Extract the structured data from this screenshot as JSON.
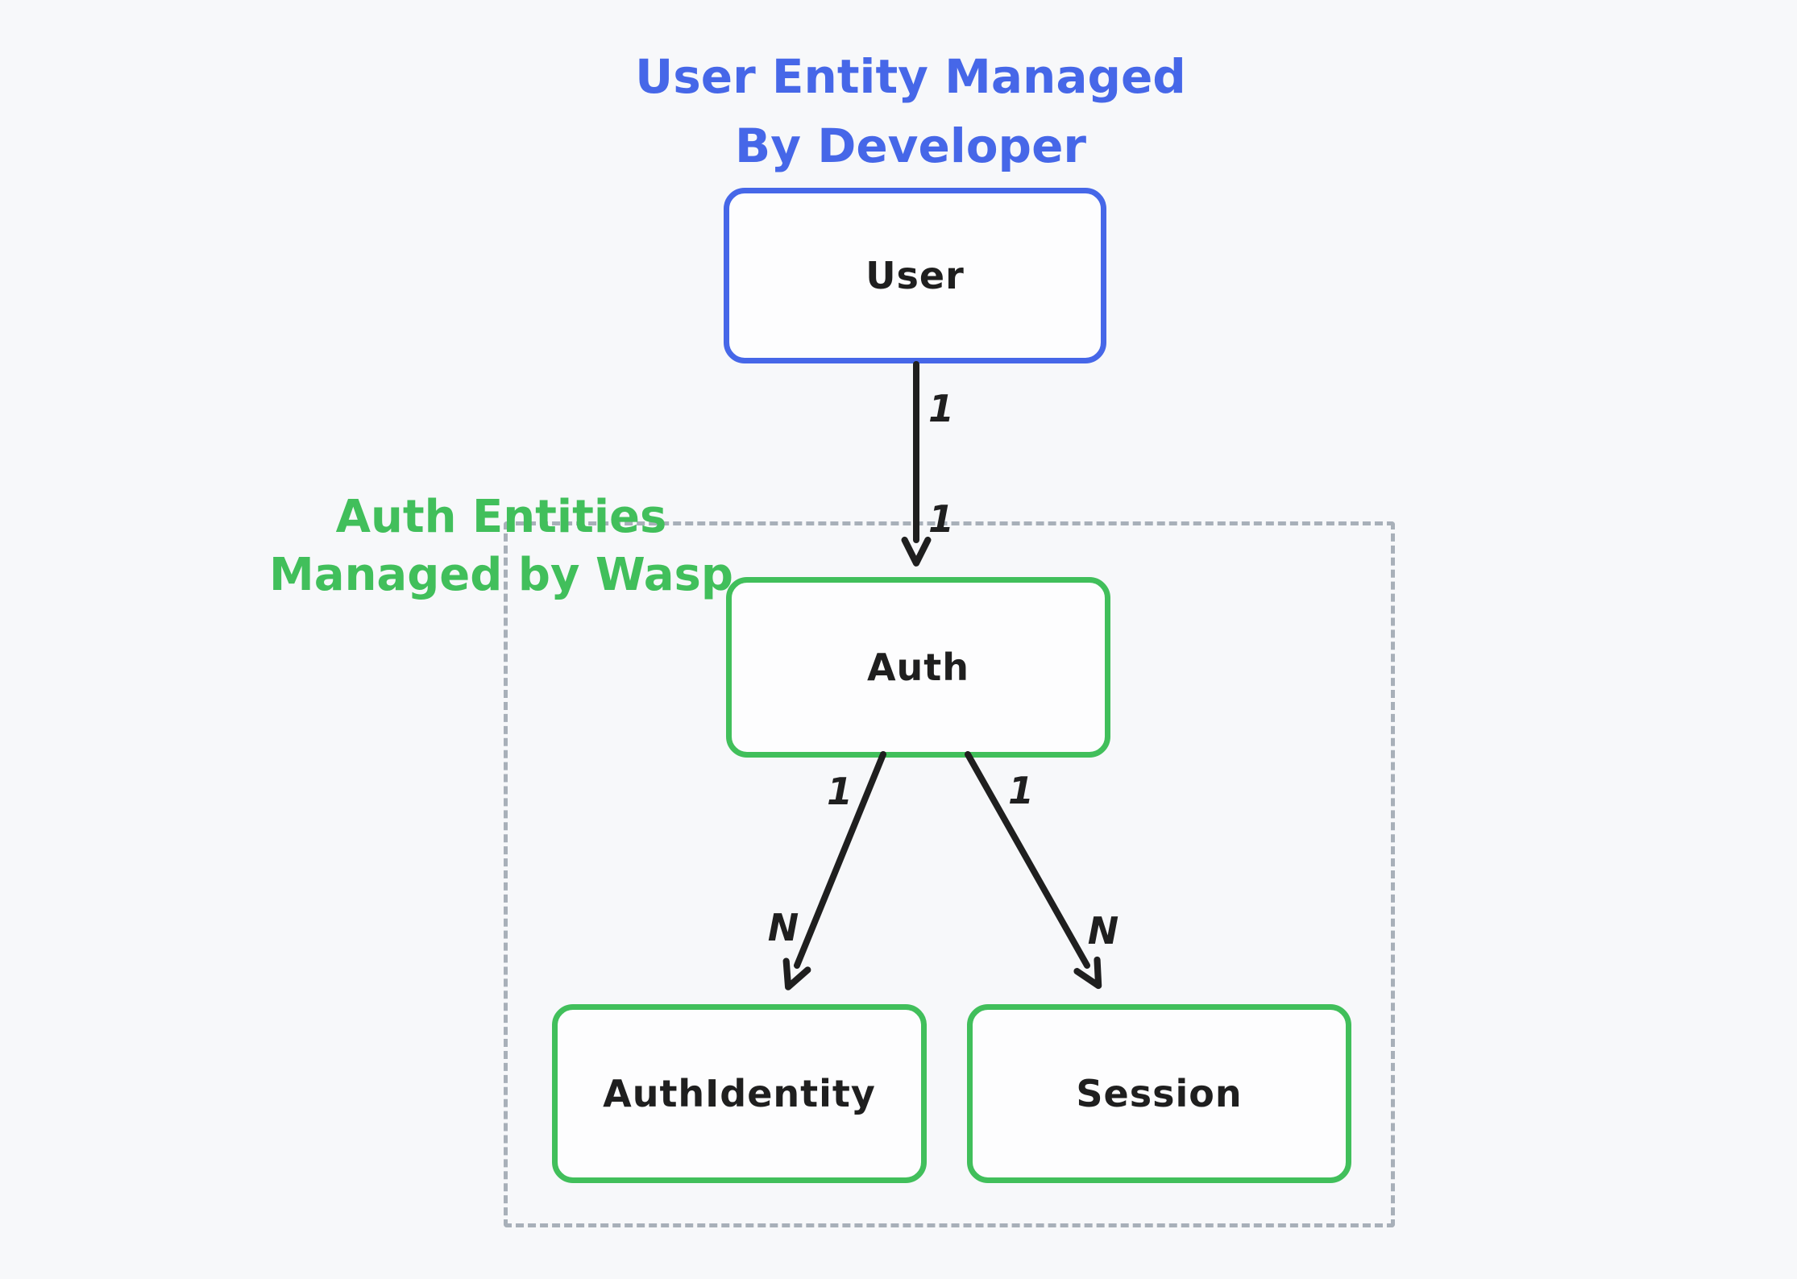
{
  "colors": {
    "background": "#f7f8fa",
    "developer_blue": "#4667e8",
    "wasp_green": "#41bf5b",
    "group_dash_gray": "#a8b0b9",
    "ink_black": "#1f1f1f",
    "node_fill": "#fdfdfe"
  },
  "annotations": {
    "developer_title": {
      "line1": "User Entity Managed",
      "line2": "By Developer"
    },
    "wasp_label": {
      "line1": "Auth Entities",
      "line2": "Managed by Wasp"
    }
  },
  "nodes": {
    "user": {
      "label": "User"
    },
    "auth": {
      "label": "Auth"
    },
    "authidentity": {
      "label": "AuthIdentity"
    },
    "session": {
      "label": "Session"
    }
  },
  "edges": {
    "user_auth": {
      "source": "1",
      "target": "1"
    },
    "auth_authidentity": {
      "source": "1",
      "target": "N"
    },
    "auth_session": {
      "source": "1",
      "target": "N"
    }
  }
}
